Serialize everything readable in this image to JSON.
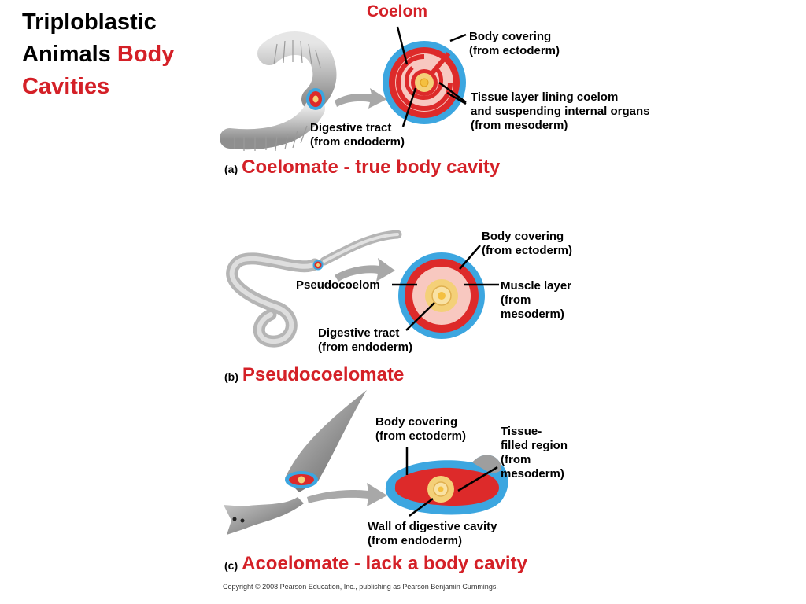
{
  "title": {
    "line1": "Triploblastic",
    "line2_black": "Animals",
    "line2_red": "Body",
    "line3_red": "Cavities"
  },
  "panel_a": {
    "coelom_label": "Coelom",
    "body_covering": [
      "Body covering",
      "(from ectoderm)"
    ],
    "tissue_layer": [
      "Tissue layer lining coelom",
      "and suspending internal organs",
      "(from mesoderm)"
    ],
    "digestive_tract": [
      "Digestive tract",
      "(from endoderm)"
    ],
    "caption_letter": "(a)",
    "caption_text": "Coelomate - true body cavity"
  },
  "panel_b": {
    "body_covering": [
      "Body covering",
      "(from ectoderm)"
    ],
    "pseudocoelom": "Pseudocoelom",
    "muscle_layer": [
      "Muscle layer",
      "(from",
      "mesoderm)"
    ],
    "digestive_tract": [
      "Digestive tract",
      "(from endoderm)"
    ],
    "caption_letter": "(b)",
    "caption_text": "Pseudocoelomate"
  },
  "panel_c": {
    "body_covering": [
      "Body covering",
      "(from ectoderm)"
    ],
    "tissue_filled": [
      "Tissue-",
      "filled region",
      "(from",
      "mesoderm)"
    ],
    "wall_digestive": [
      "Wall of digestive cavity",
      "(from endoderm)"
    ],
    "caption_letter": "(c)",
    "caption_text": "Acoelomate - lack a body cavity"
  },
  "copyright": "Copyright © 2008 Pearson Education, Inc., publishing as Pearson Benjamin Cummings.",
  "colors": {
    "ectoderm": "#3ca6e0",
    "mesoderm": "#dd2a2a",
    "coelom": "#f8c8c0",
    "endoderm": "#f4d078",
    "caption": "#d42027",
    "arrow": "#a8a8a8",
    "worm": "#c4c4c4"
  }
}
